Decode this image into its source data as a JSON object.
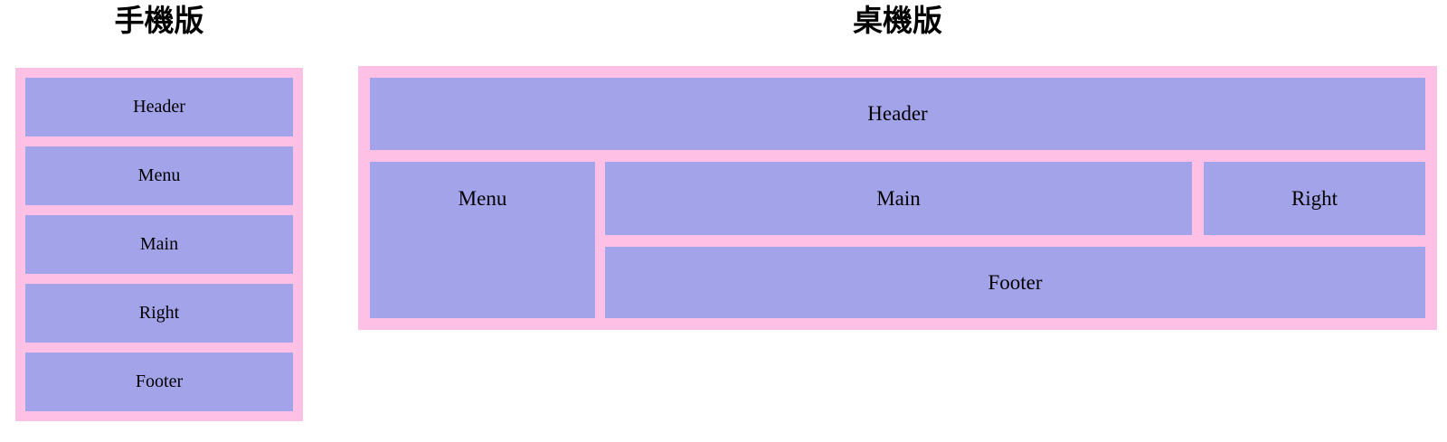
{
  "colors": {
    "pink": "#ffc0e6",
    "purple": "#a3a3ea",
    "text": "#000000"
  },
  "mobile": {
    "title": "手機版",
    "boxes": [
      "Header",
      "Menu",
      "Main",
      "Right",
      "Footer"
    ]
  },
  "desktop": {
    "title": "桌機版",
    "header": "Header",
    "menu": "Menu",
    "main": "Main",
    "right": "Right",
    "footer": "Footer"
  }
}
